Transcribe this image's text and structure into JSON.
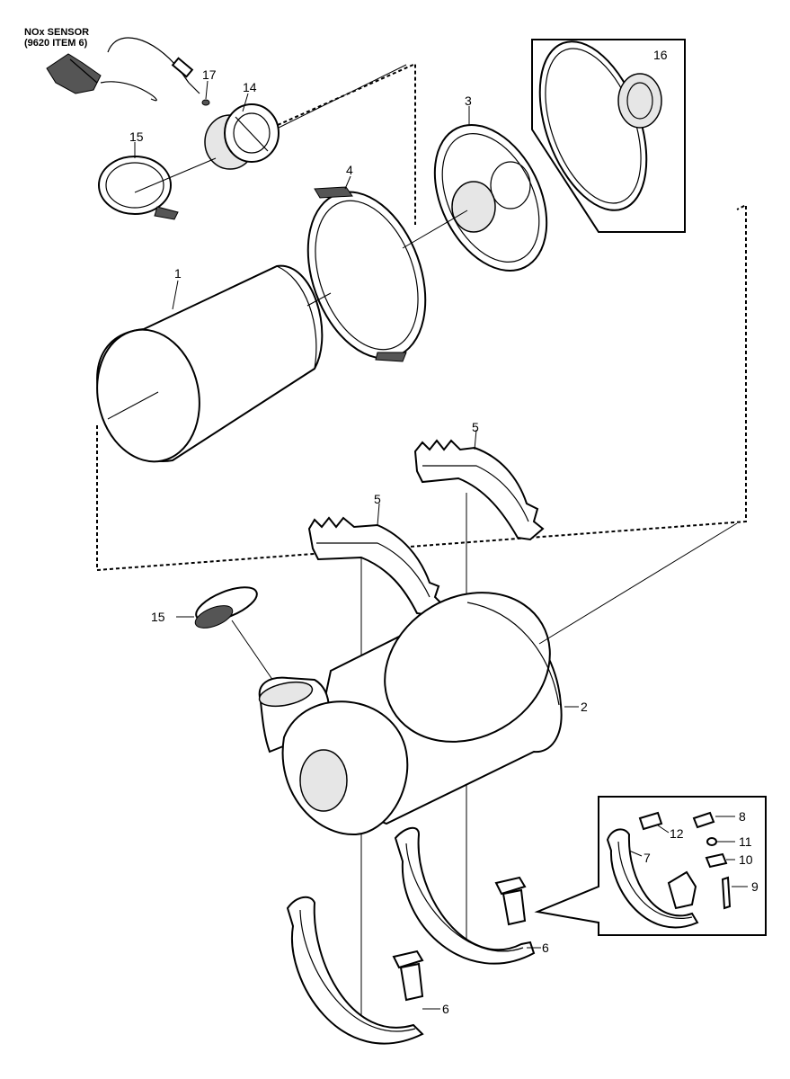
{
  "note": {
    "line1": "NOx SENSOR",
    "line2": "(9620 ITEM 6)"
  },
  "callouts": {
    "c17": "17",
    "c14": "14",
    "c15_top": "15",
    "c16": "16",
    "c3": "3",
    "c4": "4",
    "c1": "1",
    "c5_upper": "5",
    "c5_lower": "5",
    "c15_mid": "15",
    "c2": "2",
    "c8": "8",
    "c12": "12",
    "c7": "7",
    "c11": "11",
    "c10": "10",
    "c9": "9",
    "c6_right": "6",
    "c6_left": "6"
  }
}
